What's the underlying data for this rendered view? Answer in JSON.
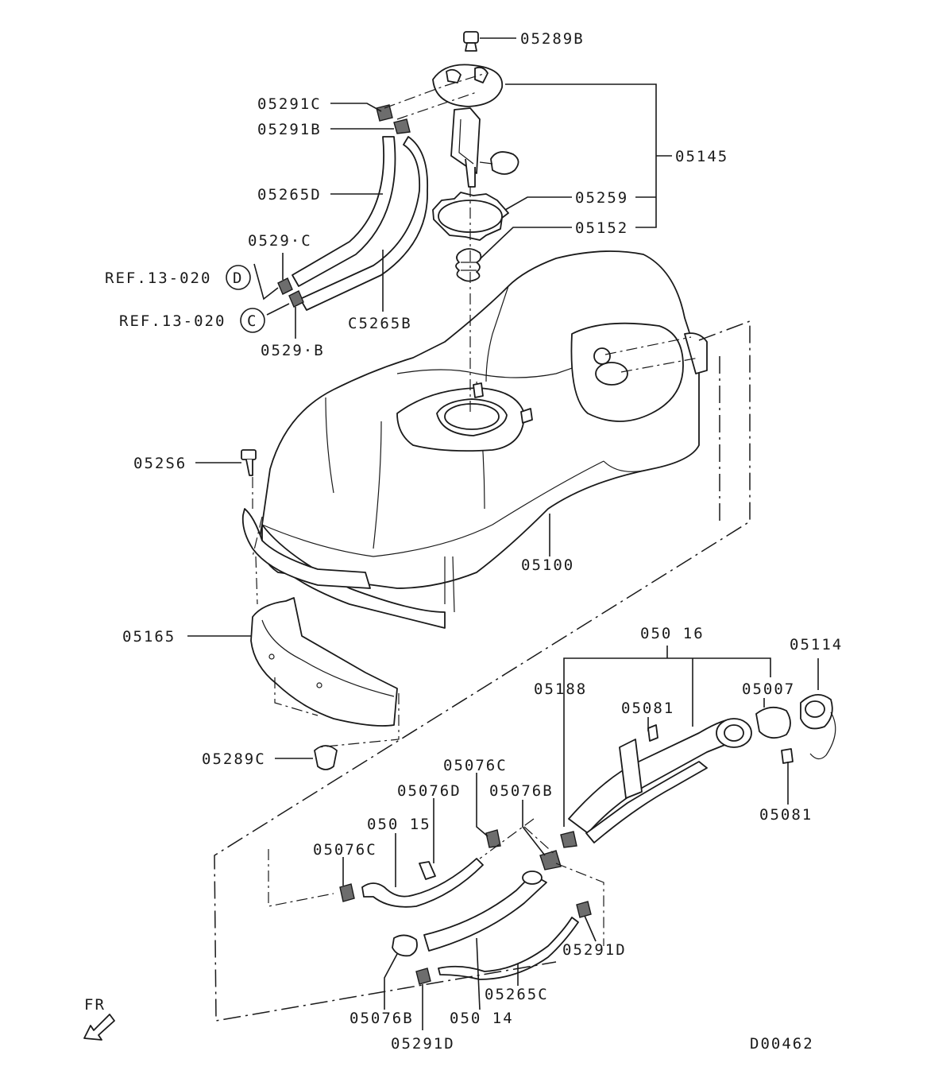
{
  "diagram_code": "D00462",
  "direction": "FR",
  "labels": {
    "p05289B": "05289B",
    "p05291C_top": "05291C",
    "p05291B_top": "05291B",
    "p05145": "05145",
    "p05265D": "05265D",
    "p05259": "05259",
    "p05152": "05152",
    "p05291C_mid": "0529·C",
    "ref_d": "REF.13-020",
    "ref_d_letter": "D",
    "ref_c": "REF.13-020",
    "ref_c_letter": "C",
    "p05265B": "C5265B",
    "p05291B_mid": "0529·B",
    "p05296": "052S6",
    "p05100": "05100",
    "p05165": "05165",
    "p05016": "050 16",
    "p05114": "05114",
    "p05188": "05188",
    "p05007": "05007",
    "p05081_top": "05081",
    "p05289C": "05289C",
    "p05076C_top": "05076C",
    "p05076D": "05076D",
    "p05076B_top": "05076B",
    "p05015": "050 15",
    "p05081_right": "05081",
    "p05076C_left": "05076C",
    "p05291D_right": "05291D",
    "p05265C": "05265C",
    "p05076B_bottom": "05076B",
    "p05014": "050 14",
    "p05291D_bottom": "05291D"
  }
}
